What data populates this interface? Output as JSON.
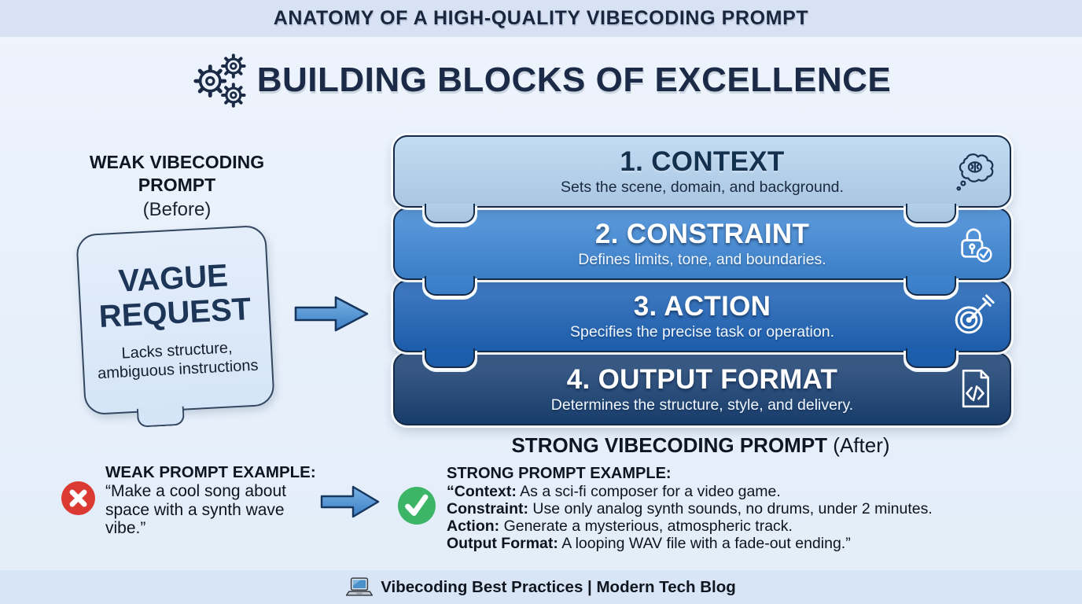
{
  "banner": {
    "title": "ANATOMY OF A HIGH-QUALITY VIBECODING PROMPT"
  },
  "header": {
    "title": "BUILDING BLOCKS OF EXCELLENCE",
    "icon": "gears-icon"
  },
  "colors": {
    "page_bg": "#e9f1fb",
    "banner_bg": "#d7e2f5",
    "navy_text": "#1b2b47",
    "block_border": "#152a47",
    "arrow_fill": "#5796d8",
    "error_red": "#db3a33",
    "success_green": "#3cb566"
  },
  "before": {
    "heading": "WEAK VIBECODING PROMPT",
    "subheading": "(Before)",
    "card": {
      "title": "VAGUE\nREQUEST",
      "description": "Lacks structure,\nambiguous instructions"
    }
  },
  "blocks": [
    {
      "title": "1. CONTEXT",
      "subtitle": "Sets the scene, domain, and background.",
      "icon": "thought-brain-icon",
      "color": "#b7d5f2",
      "text_style": "dark"
    },
    {
      "title": "2. CONSTRAINT",
      "subtitle": "Defines limits, tone, and boundaries.",
      "icon": "lock-check-icon",
      "color": "#3f88d6",
      "text_style": "light"
    },
    {
      "title": "3. ACTION",
      "subtitle": "Specifies the precise task or operation.",
      "icon": "target-dart-icon",
      "color": "#1e63b7",
      "text_style": "light"
    },
    {
      "title": "4. OUTPUT FORMAT",
      "subtitle": "Determines the structure, style, and delivery.",
      "icon": "code-file-icon",
      "color": "#1a4173",
      "text_style": "light"
    }
  ],
  "after": {
    "heading_bold": "STRONG VIBECODING PROMPT",
    "heading_normal": "(After)"
  },
  "examples": {
    "weak": {
      "icon": "error-x-icon",
      "heading": "WEAK PROMPT EXAMPLE:",
      "quote": "“Make a cool song about\nspace with a synth wave\nvibe.”"
    },
    "strong": {
      "icon": "success-check-icon",
      "heading": "STRONG PROMPT EXAMPLE:",
      "items": [
        {
          "label": "“Context:",
          "text": "As a sci-fi composer for a video game."
        },
        {
          "label": "Constraint:",
          "text": "Use only analog synth sounds, no drums, under 2 minutes."
        },
        {
          "label": "Action:",
          "text": "Generate a mysterious, atmospheric track."
        },
        {
          "label": "Output Format:",
          "text": "A looping WAV file with a fade-out ending.”"
        }
      ]
    }
  },
  "footer": {
    "icon": "laptop-icon",
    "text": "Vibecoding Best Practices | Modern Tech Blog"
  }
}
